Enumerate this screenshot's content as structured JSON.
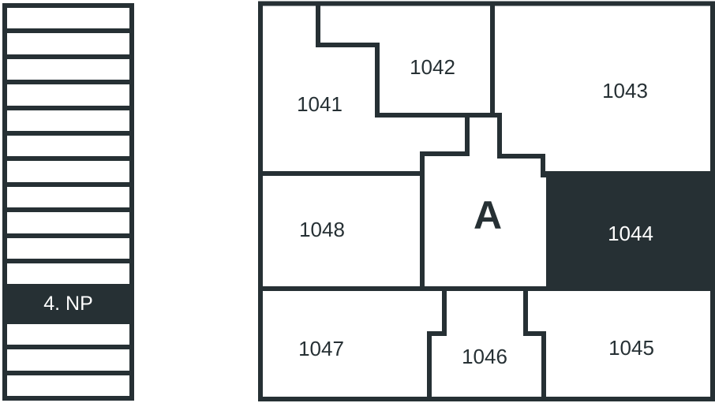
{
  "colors": {
    "wall": "#263034",
    "selected": "#263034",
    "background": "#ffffff"
  },
  "floors": {
    "rows_above": 11,
    "rows_below": 3,
    "selected_label": "4. NP"
  },
  "units": {
    "u1041": "1041",
    "u1042": "1042",
    "u1043": "1043",
    "u1044": "1044",
    "u1045": "1045",
    "u1046": "1046",
    "u1047": "1047",
    "u1048": "1048",
    "core": "A"
  },
  "selected_unit": "1044"
}
